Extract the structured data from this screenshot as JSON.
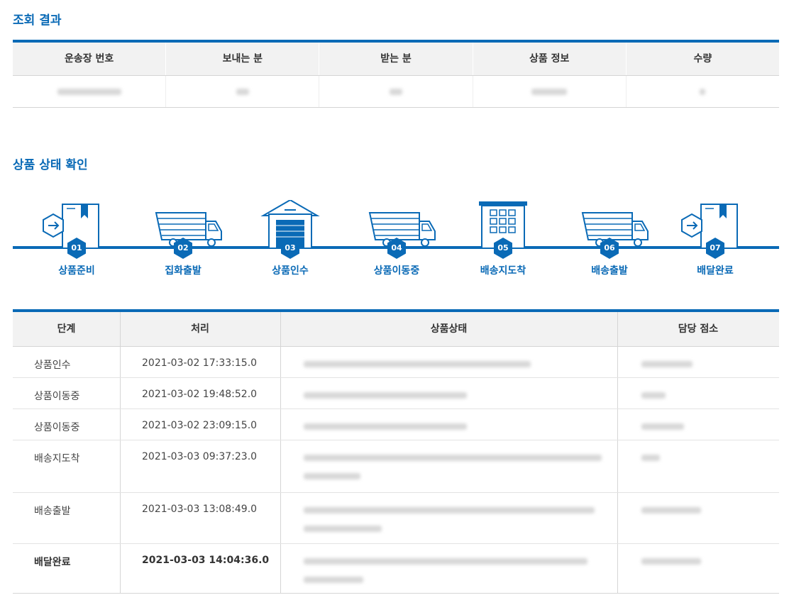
{
  "result_title": "조회 결과",
  "status_title": "상품 상태 확인",
  "summary": {
    "headers": [
      "운송장 번호",
      "보내는 분",
      "받는 분",
      "상품 정보",
      "수량"
    ]
  },
  "steps": [
    {
      "num": "01",
      "label": "상품준비",
      "icon": "box-icon"
    },
    {
      "num": "02",
      "label": "집화출발",
      "icon": "truck-icon"
    },
    {
      "num": "03",
      "label": "상품인수",
      "icon": "warehouse-icon"
    },
    {
      "num": "04",
      "label": "상품이동중",
      "icon": "truck-icon"
    },
    {
      "num": "05",
      "label": "배송지도착",
      "icon": "building-icon"
    },
    {
      "num": "06",
      "label": "배송출발",
      "icon": "truck-icon"
    },
    {
      "num": "07",
      "label": "배달완료",
      "icon": "box-icon"
    }
  ],
  "detail": {
    "headers": [
      "단계",
      "처리",
      "상품상태",
      "담당 점소"
    ],
    "rows": [
      {
        "stage": "상품인수",
        "time": "2021-03-02 17:33:15.0"
      },
      {
        "stage": "상품이동중",
        "time": "2021-03-02 19:48:52.0"
      },
      {
        "stage": "상품이동중",
        "time": "2021-03-02 23:09:15.0"
      },
      {
        "stage": "배송지도착",
        "time": "2021-03-03 09:37:23.0"
      },
      {
        "stage": "배송출발",
        "time": "2021-03-03 13:08:49.0"
      },
      {
        "stage": "배달완료",
        "time": "2021-03-03 14:04:36.0"
      }
    ]
  },
  "colors": {
    "accent": "#0a6ab6",
    "header_bg": "#f2f2f2",
    "border": "#d5d5d5"
  }
}
